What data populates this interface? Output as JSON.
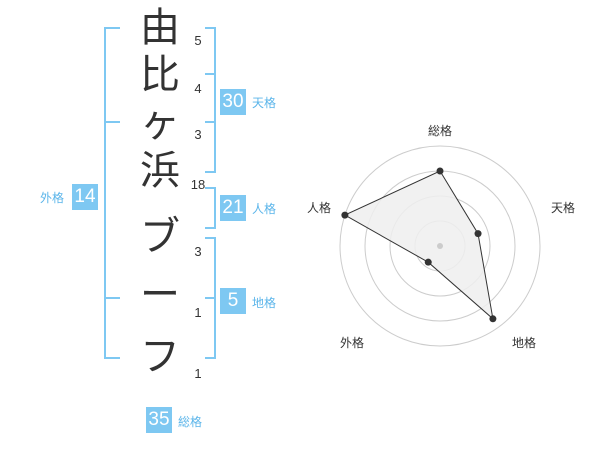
{
  "name_chars": [
    {
      "char": "由",
      "strokes": "5"
    },
    {
      "char": "比",
      "strokes": "4"
    },
    {
      "char": "ヶ",
      "strokes": "3"
    },
    {
      "char": "浜",
      "strokes": "18"
    },
    {
      "char": "ブ",
      "strokes": "3"
    },
    {
      "char": "ー",
      "strokes": "1"
    },
    {
      "char": "フ",
      "strokes": "1"
    }
  ],
  "fortunes": {
    "tenkaku": {
      "value": "30",
      "label": "天格"
    },
    "jinkaku": {
      "value": "21",
      "label": "人格"
    },
    "chikaku": {
      "value": "5",
      "label": "地格"
    },
    "gaikaku": {
      "value": "14",
      "label": "外格"
    },
    "soukaku": {
      "value": "35",
      "label": "総格"
    }
  },
  "radar": {
    "labels": {
      "top": "総格",
      "right": "天格",
      "bottom_right": "地格",
      "bottom_left": "外格",
      "left": "人格"
    },
    "values": {
      "soukaku": 0.75,
      "tenkaku": 0.4,
      "chikaku": 0.9,
      "gaikaku": 0.2,
      "jinkaku": 1.0
    },
    "max": 1.0
  },
  "colors": {
    "accent": "#7ec8f2",
    "accent_text": "#5bb5ea",
    "text": "#333333",
    "grid": "#cccccc",
    "polygon_fill": "#eeeeee"
  }
}
